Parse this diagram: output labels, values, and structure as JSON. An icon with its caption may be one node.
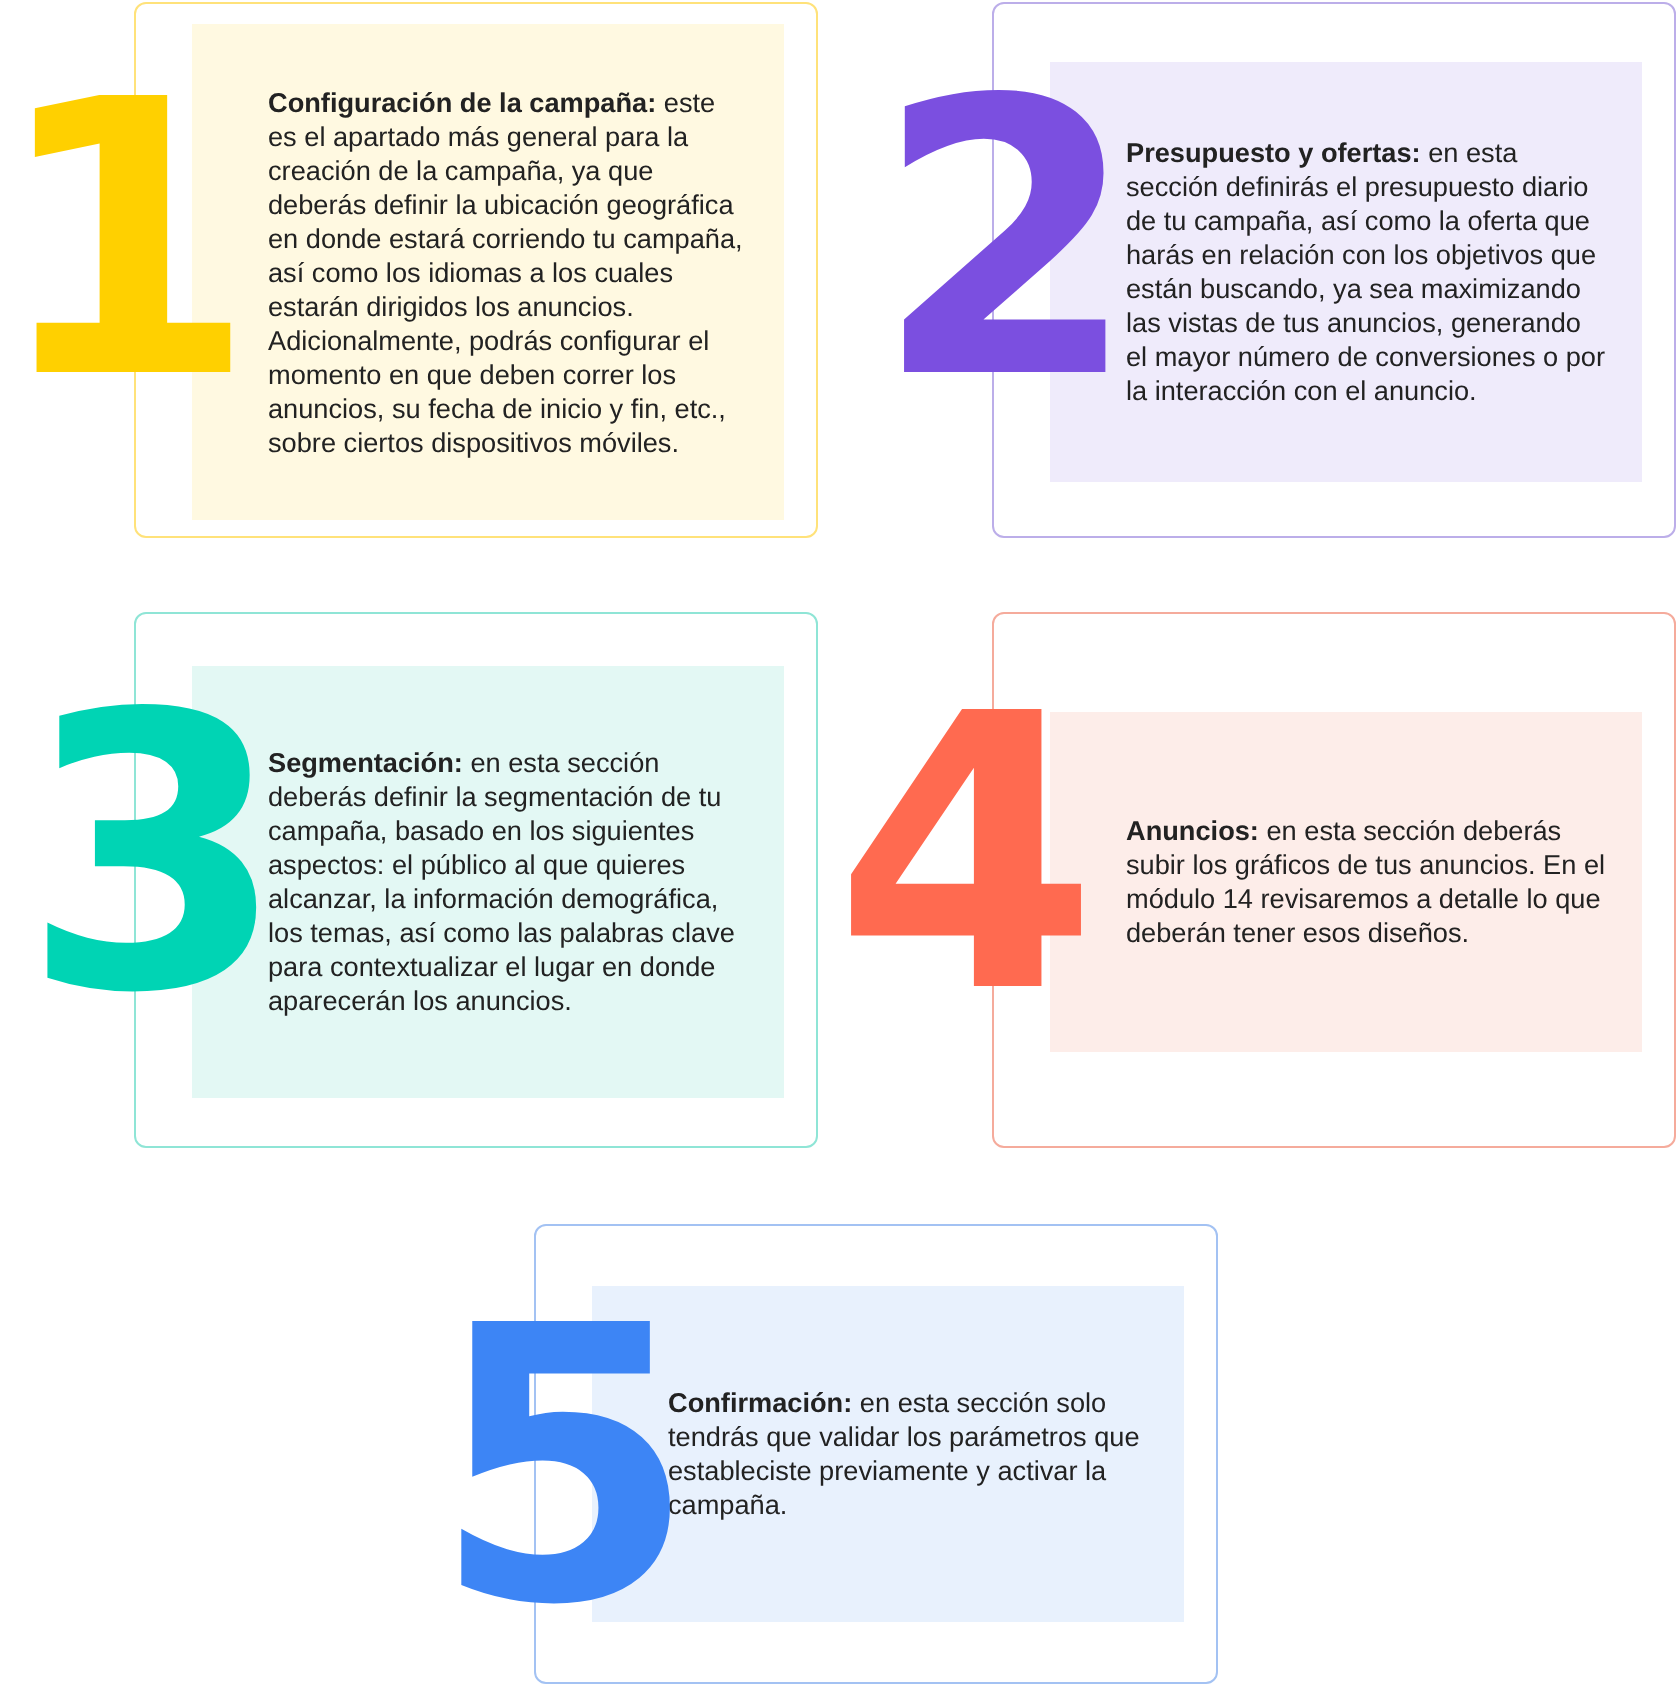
{
  "diagram": {
    "nodes": [
      {
        "text": [
          "1"
        ]
      },
      {
        "text": [
          "**Configuración de la campaña:** este es el apartado más general para la creación de la campaña, ya que deberás definir la ubicación geográfica en donde estará corriendo tu campaña, así como los idiomas a los cuales estarán dirigidos los anuncios. Adicionalmente, podrás configurar el momento en que deben correr los anuncios, su fecha de inicio y fin, etc., sobre ciertos dispositivos móviles."
        ],
        "in": 0
      },
      {
        "text": [
          "2"
        ]
      },
      {
        "text": [
          "**Presupuesto y ofertas:** en esta sección definirás el presupuesto diario de tu campaña, así como la oferta que harás en relación con los objetivos que están buscando, ya sea maximizando las vistas de tus anuncios, generando el mayor número de conversiones o por la interacción con el anuncio."
        ],
        "in": 2
      },
      {
        "text": [
          "3"
        ]
      },
      {
        "text": [
          "**Segmentación:** en esta sección deberás definir la segmentación de tu campaña, basado en los siguientes aspectos: el público al que quieres alcanzar, la información demográfica, los temas, así como las palabras clave para contextualizar el lugar en donde aparecerán los anuncios."
        ],
        "in": 4
      },
      {
        "text": [
          "4"
        ]
      },
      {
        "text": [
          "**Anuncios:** en esta sección deberás subir los gráficos de tus anuncios. En el módulo 14 revisaremos a detalle lo que deberán tener esos diseños."
        ],
        "in": 6
      },
      {
        "text": [
          "5"
        ]
      },
      {
        "text": [
          "**Confirmación:** en esta sección solo tendrás que validar los parámetros que estableciste previamente y activar la campaña."
        ],
        "in": 8
      }
    ]
  }
}
